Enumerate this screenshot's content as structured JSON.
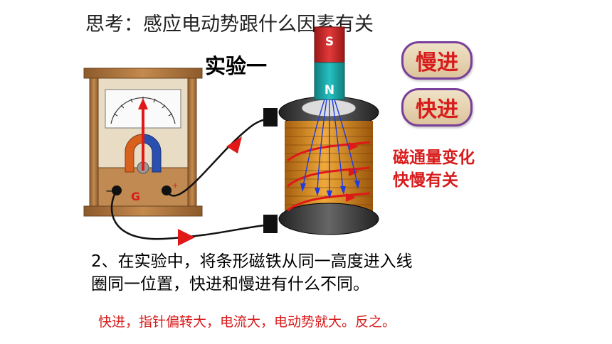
{
  "title": "思考：感应电动势跟什么因素有关",
  "experiment_label": "实验一",
  "buttons": {
    "slow": "慢进",
    "fast": "快进"
  },
  "magnet": {
    "top_pole": "S",
    "bottom_pole": "N"
  },
  "galvanometer": {
    "label": "G",
    "minus": "−",
    "plus": "+"
  },
  "flux_note": {
    "line1": "磁通量变化",
    "line2": "快慢有关"
  },
  "question": {
    "line1": "2、在实验中，将条形磁铁从同一高度进入线",
    "line2": "圈同一位置，快进和慢进有什么不同。"
  },
  "answer": "快进，指针偏转大，电流大，电动势就大。反之。",
  "colors": {
    "accent_red": "#d81c1c",
    "pill_border": "#7a3f99",
    "magnet_s": "#d42a2a",
    "magnet_n": "#1aa7a7",
    "coil_copper": "#d98a1c",
    "wood": "#b3763a"
  }
}
